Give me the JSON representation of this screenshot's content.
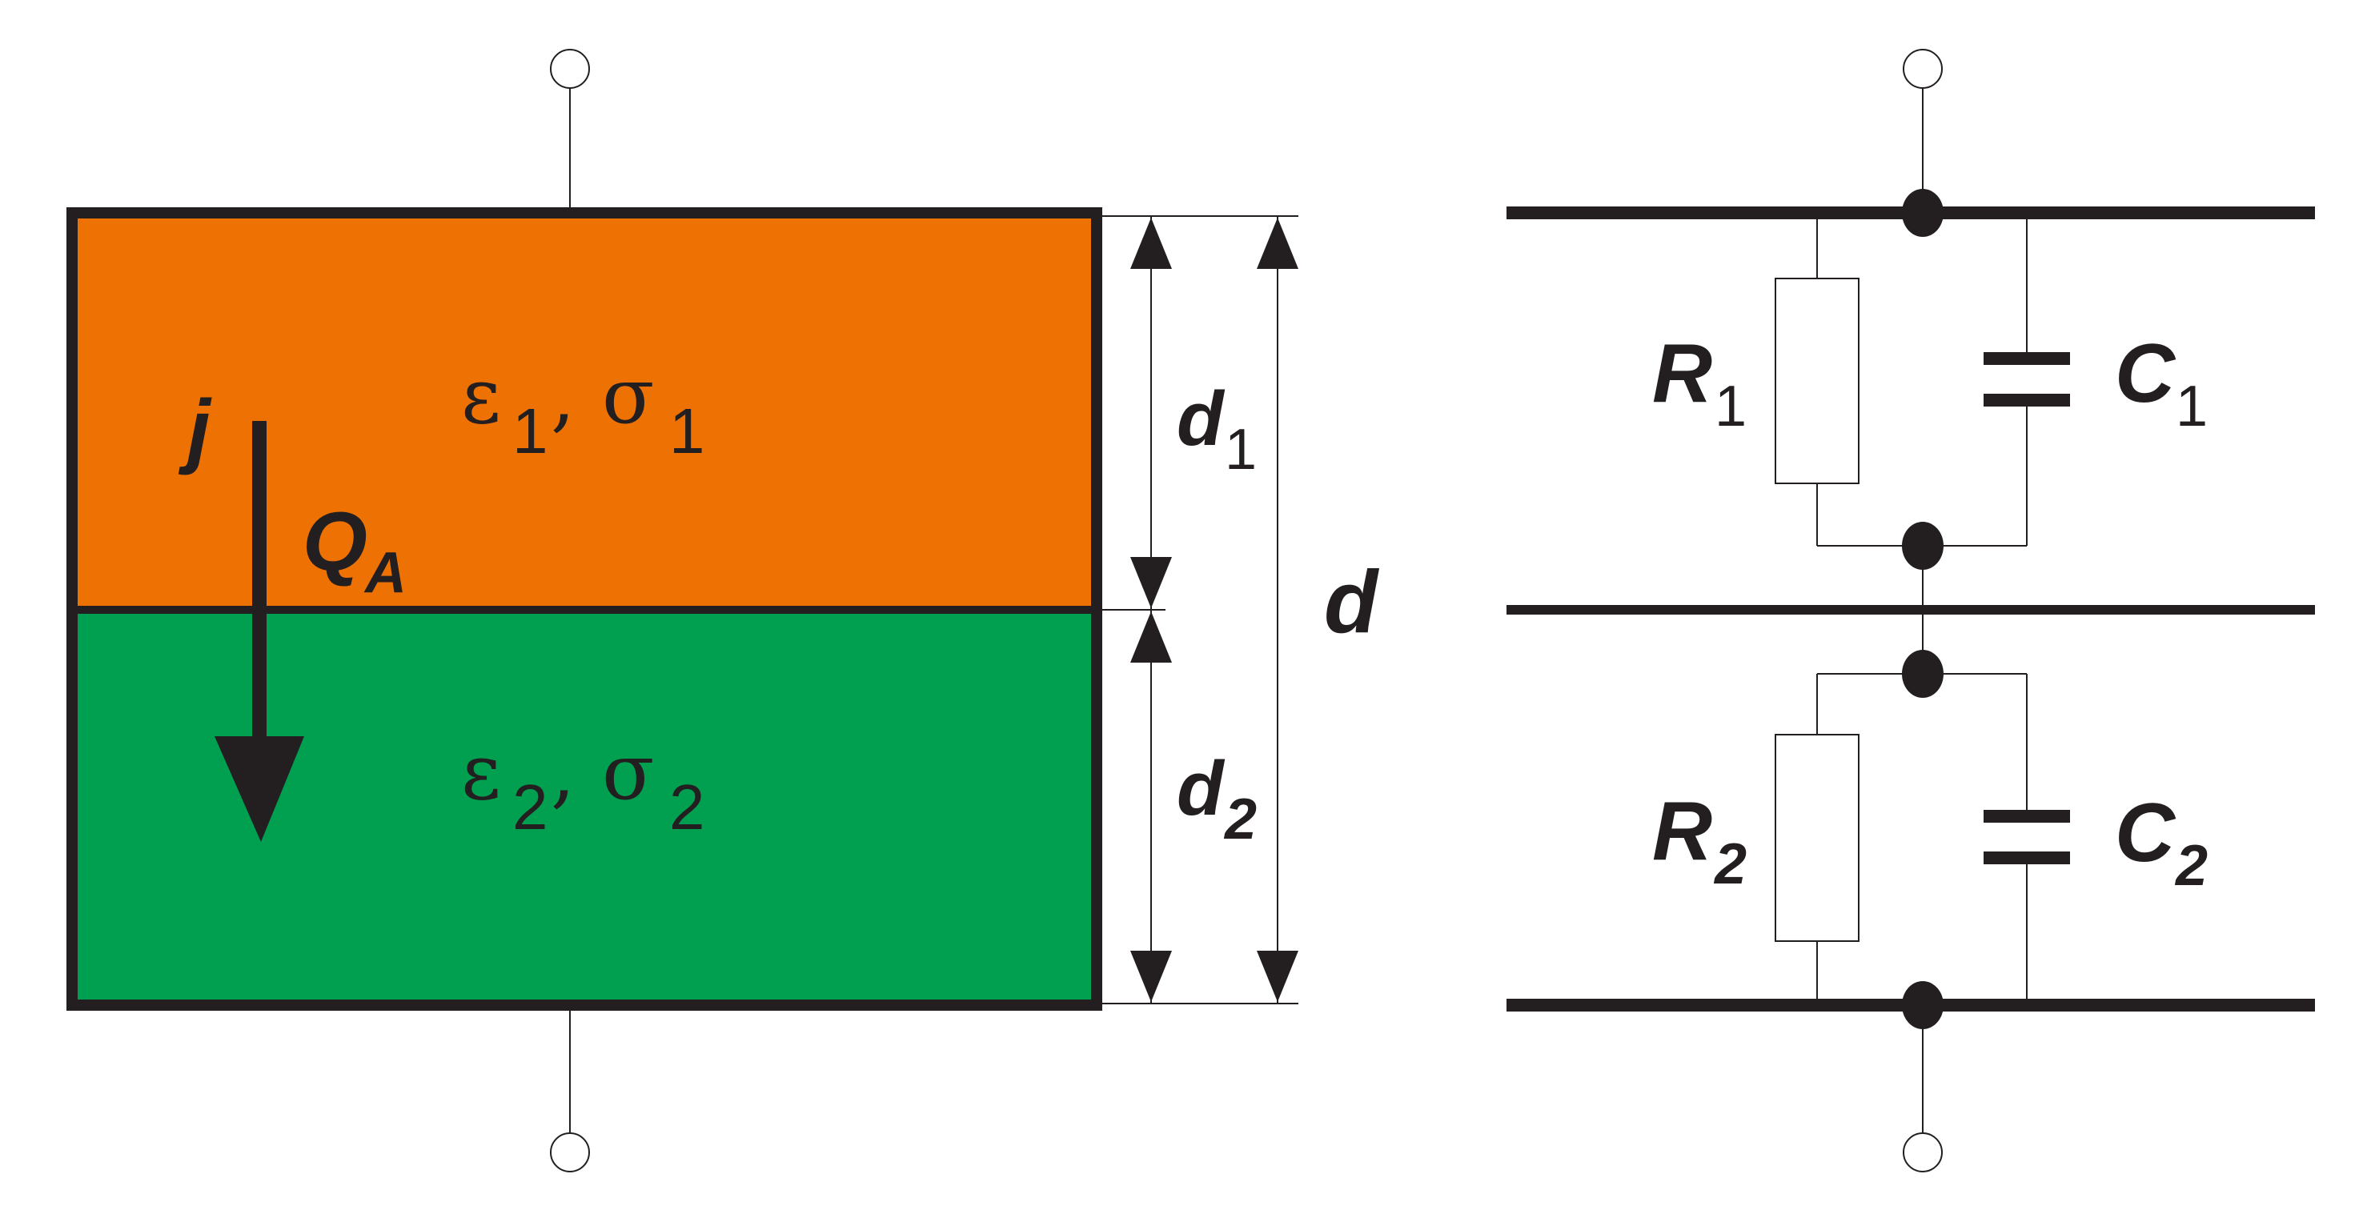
{
  "colors": {
    "layer1": "#ee7203",
    "layer2": "#00a050",
    "stroke": "#231f20",
    "background": "#ffffff"
  },
  "left": {
    "current_label": "j",
    "charge_label": "Q",
    "charge_sub": "A",
    "layer1": {
      "eps": "ε",
      "eps_sub": "1",
      "sep": ",",
      "sigma": "σ",
      "sigma_sub": "1"
    },
    "layer2": {
      "eps": "ε",
      "eps_sub": "2",
      "sep": ",",
      "sigma": "σ",
      "sigma_sub": "2"
    },
    "dim_d1": {
      "letter": "d",
      "sub": "1"
    },
    "dim_d2": {
      "letter": "d",
      "sub": "2"
    },
    "dim_d": "d"
  },
  "circuit": {
    "r1": {
      "letter": "R",
      "sub": "1"
    },
    "c1": {
      "letter": "C",
      "sub": "1"
    },
    "r2": {
      "letter": "R",
      "sub": "2"
    },
    "c2": {
      "letter": "C",
      "sub": "2"
    }
  }
}
